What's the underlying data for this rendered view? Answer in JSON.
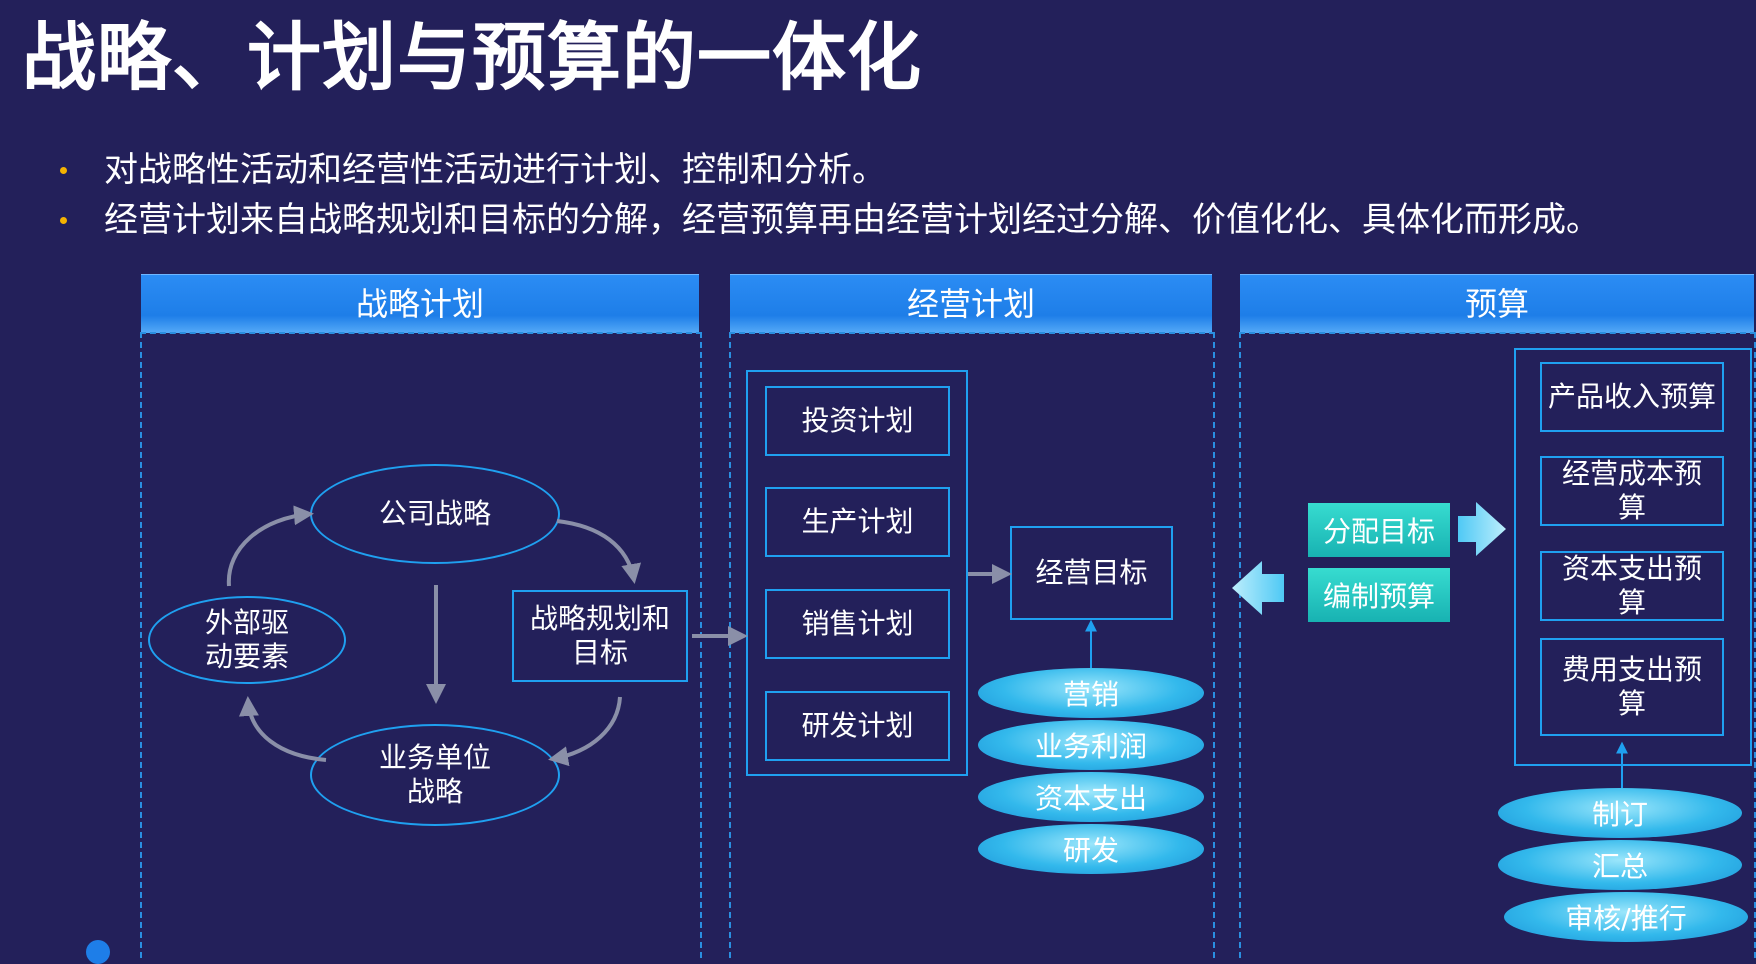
{
  "title": "战略、计划与预算的一体化",
  "bullets": [
    "对战略性活动和经营性活动进行计划、控制和分析。",
    "经营计划来自战略规划和目标的分解，经营预算再由经营计划经过分解、价值化化、具体化而形成。"
  ],
  "strategy": {
    "header": "战略计划",
    "company_strategy": "公司战略",
    "external_factors": "外部驱动要素",
    "planning_goals": "战略规划和目标",
    "business_unit_strategy": "业务单位战略"
  },
  "operations": {
    "header": "经营计划",
    "plans": [
      "投资计划",
      "生产计划",
      "销售计划",
      "研发计划"
    ],
    "goal": "经营目标",
    "pills": [
      "营销",
      "业务利润",
      "资本支出",
      "研发"
    ]
  },
  "budget": {
    "header": "预算",
    "allocate": "分配目标",
    "compile": "编制预算",
    "items": [
      "产品收入预算",
      "经营成本预算",
      "资本支出预算",
      "费用支出预算"
    ],
    "pills": [
      "制订",
      "汇总",
      "审核/推行"
    ]
  },
  "colors": {
    "background": "#23205a",
    "header_blue": "#1e7ee8",
    "box_border": "#1fa0f0",
    "teal": "#18b2b2",
    "bullet": "#f5b301"
  }
}
